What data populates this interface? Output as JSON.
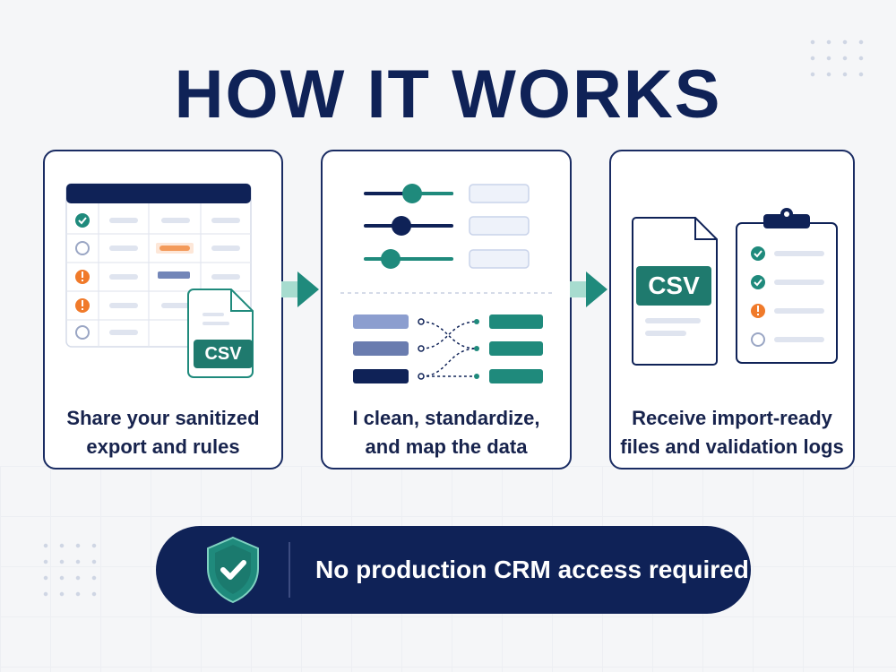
{
  "title": "HOW IT WORKS",
  "steps": [
    {
      "line1": "Share your sanitized",
      "line2": "export and rules",
      "badge": "CSV"
    },
    {
      "line1": "I clean, standardize,",
      "line2": "and map the data"
    },
    {
      "line1": "Receive import-ready",
      "line2": "files and validation logs",
      "badge": "CSV"
    }
  ],
  "banner": {
    "text": "No production CRM access required",
    "icon": "shield-check-icon"
  },
  "colors": {
    "navy": "#0f2257",
    "teal": "#1f8a7c",
    "orange": "#f07a2a",
    "light": "#e6ebf5"
  }
}
